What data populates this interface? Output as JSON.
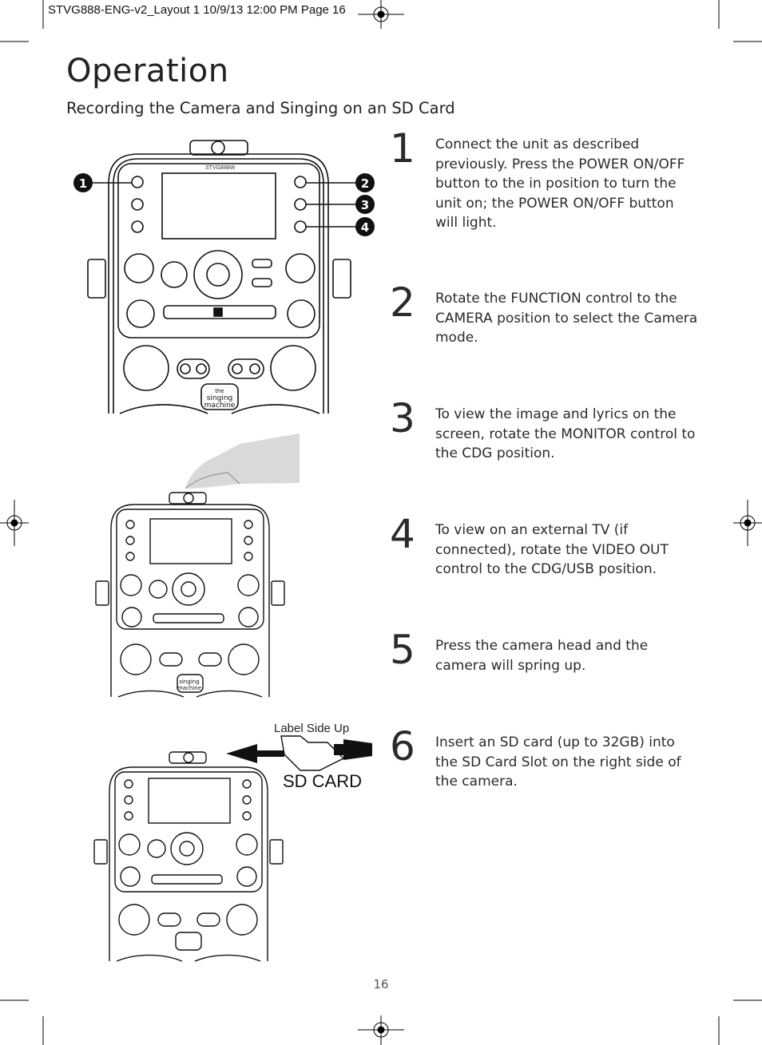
{
  "slug": "STVG888-ENG-v2_Layout 1  10/9/13  12:00 PM  Page 16",
  "title": "Operation",
  "subtitle": "Recording the Camera and Singing on an SD Card",
  "steps": [
    {
      "num": "1",
      "text": "Connect the unit as described previously. Press the POWER ON/OFF button to the in position to turn the unit on; the POWER ON/OFF button will light."
    },
    {
      "num": "2",
      "text": "Rotate the FUNCTION control to the CAMERA position to select the Camera mode."
    },
    {
      "num": "3",
      "text": "To view the image and lyrics on the screen, rotate the MONITOR control to the CDG position."
    },
    {
      "num": "4",
      "text": "To view on an external TV (if connected), rotate the VIDEO OUT control to the CDG/USB position."
    },
    {
      "num": "5",
      "text": "Press the camera head and the camera will spring up."
    },
    {
      "num": "6",
      "text": "Insert an SD card (up to 32GB) into the SD Card Slot on the right side of the camera."
    }
  ],
  "figure": {
    "callouts": [
      "1",
      "2",
      "3",
      "4"
    ],
    "model_label": "STVG888W",
    "brand": [
      "the",
      "singing",
      "machine"
    ],
    "card_label_side": "Label Side Up",
    "card_text": "SD CARD"
  },
  "page_number": "16"
}
